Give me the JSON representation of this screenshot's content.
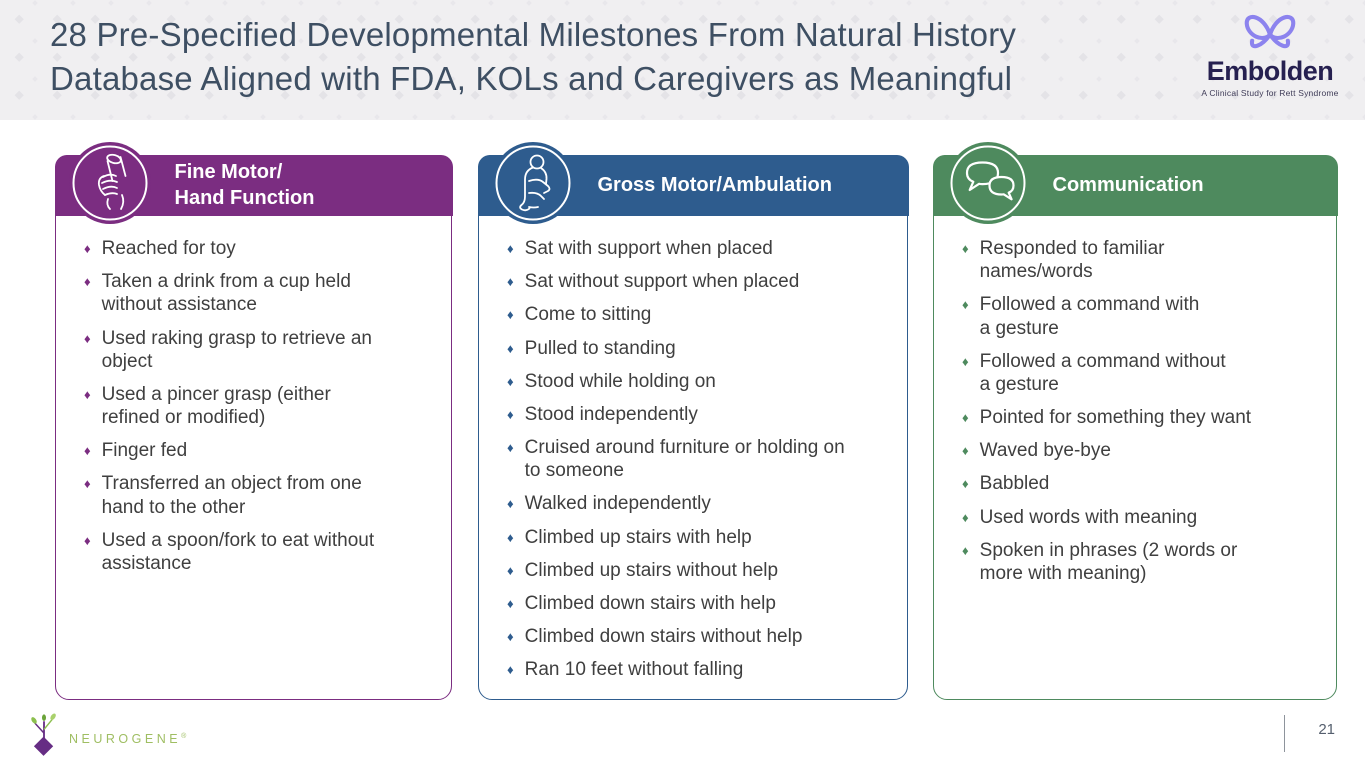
{
  "header": {
    "title": "28 Pre-Specified Developmental Milestones From Natural History\nDatabase Aligned with FDA, KOLs and Caregivers as Meaningful",
    "embolden": {
      "wordmark": "Embolden",
      "tagline": "A Clinical Study for Rett Syndrome"
    }
  },
  "cards": [
    {
      "id": "fine-motor",
      "title": "Fine Motor/\nHand Function",
      "icon": "hand-grasp-icon",
      "color": "#7B2D81",
      "items": [
        "Reached for toy",
        "Taken a drink from a cup held\nwithout assistance",
        "Used raking grasp to retrieve an\nobject",
        "Used a pincer grasp (either\nrefined or modified)",
        "Finger fed",
        "Transferred an object from one\nhand to the other",
        "Used a spoon/fork to eat without\nassistance"
      ]
    },
    {
      "id": "gross-motor",
      "title": "Gross Motor/Ambulation",
      "icon": "crawling-child-icon",
      "color": "#2E5C8E",
      "items": [
        "Sat with support when placed",
        "Sat without support when placed",
        "Come to sitting",
        "Pulled to standing",
        "Stood while holding on",
        "Stood independently",
        "Cruised around furniture or holding on\nto someone",
        "Walked independently",
        "Climbed up stairs with help",
        "Climbed up stairs without help",
        "Climbed down stairs with help",
        "Climbed down stairs without help",
        "Ran 10 feet without falling"
      ]
    },
    {
      "id": "communication",
      "title": "Communication",
      "icon": "speech-bubbles-icon",
      "color": "#4E8A5E",
      "items": [
        "Responded to familiar\nnames/words",
        "Followed a command with\na gesture",
        "Followed a command without\na gesture",
        "Pointed for something they want",
        "Waved bye-bye",
        "Babbled",
        "Used words with meaning",
        "Spoken in phrases (2 words or\nmore with meaning)"
      ]
    }
  ],
  "icons": {
    "bullet_glyph": "♦"
  },
  "footer": {
    "brand": "NEUROGENE",
    "brand_mark": "®",
    "page_number": "21"
  },
  "colors": {
    "title_text": "#3E4F63",
    "body_text": "#3F3F3F",
    "purple": "#7B2D81",
    "blue": "#2E5C8E",
    "green": "#4E8A5E",
    "header_band": "#F0EFF1",
    "band_diamond": "#E4E3E7",
    "butterfly": "#8C83EE",
    "embolden_navy": "#262050",
    "neurogene_green": "#9FBE62",
    "neurogene_purple": "#662D84",
    "page_number_gray": "#555F6E"
  }
}
